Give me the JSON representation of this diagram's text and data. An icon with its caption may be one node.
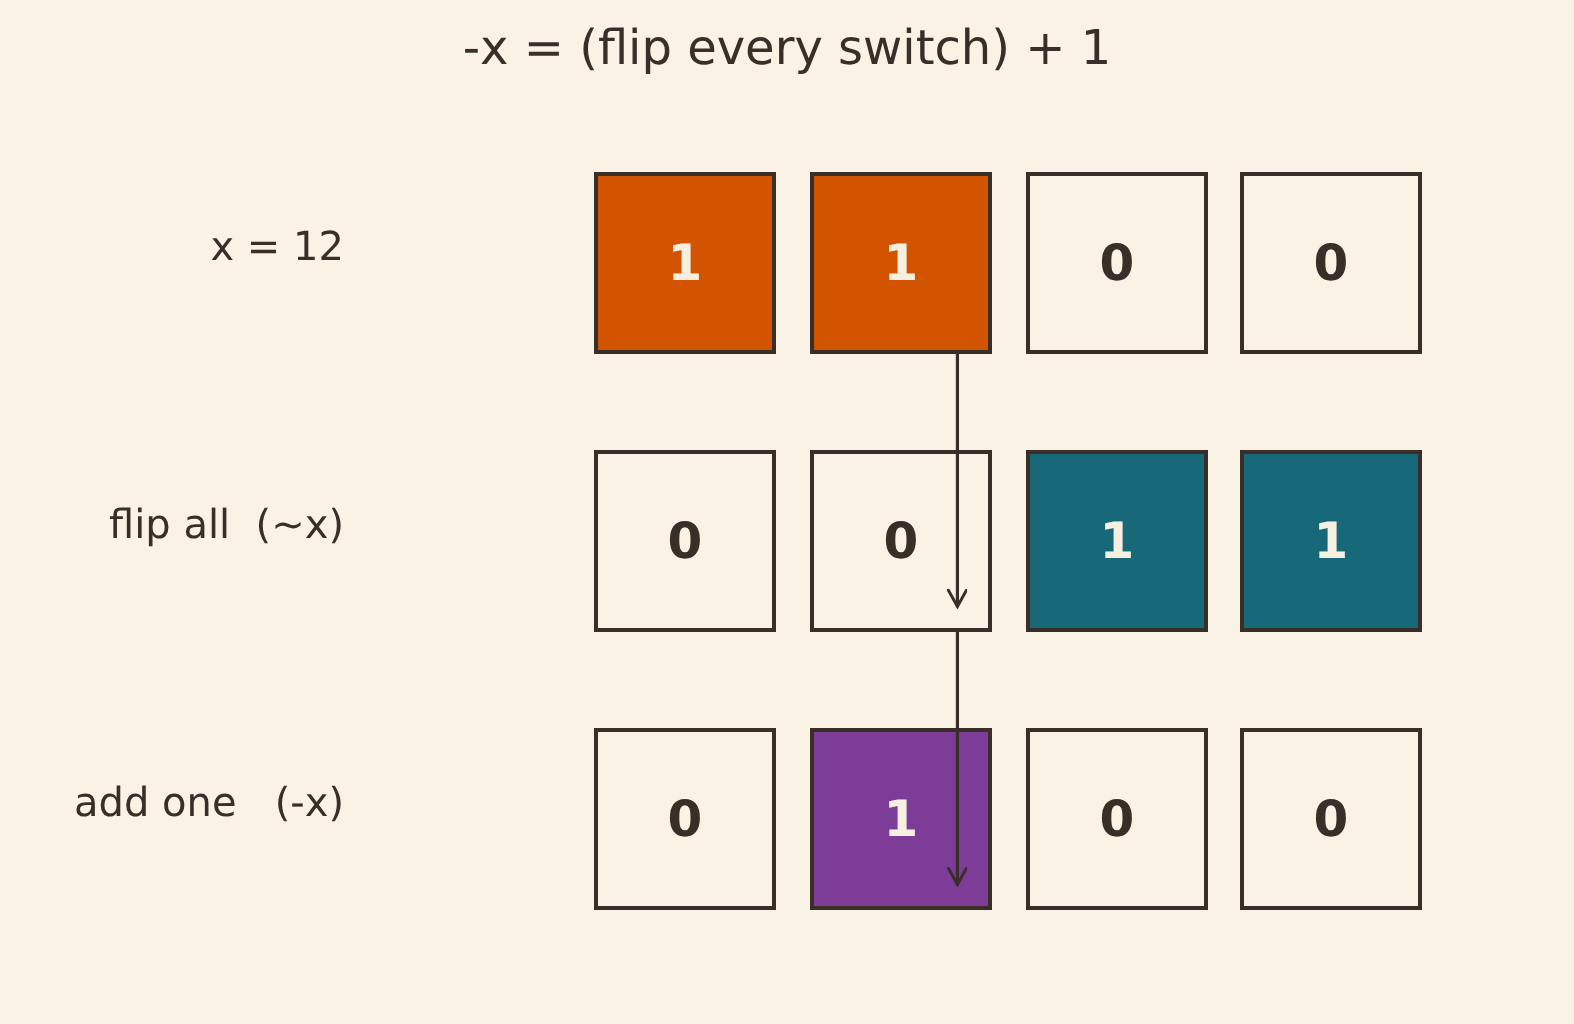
{
  "diagram": {
    "title": "-x = (flip every switch) + 1",
    "nodes": [
      {
        "text": [
          "1"
        ]
      },
      {
        "text": [
          "1"
        ]
      },
      {
        "text": [
          "0"
        ]
      },
      {
        "text": [
          "0"
        ]
      },
      {
        "text": [
          "0"
        ]
      },
      {
        "text": [
          "0"
        ]
      },
      {
        "text": [
          "1"
        ]
      },
      {
        "text": [
          "1"
        ]
      },
      {
        "text": [
          "0"
        ]
      },
      {
        "text": [
          "1"
        ]
      },
      {
        "text": [
          "0"
        ]
      },
      {
        "text": [
          "0"
        ]
      }
    ],
    "edges": [
      {
        "from": 1,
        "to": 5,
        "arrow": "to"
      },
      {
        "from": 5,
        "to": 9,
        "arrow": "to"
      }
    ],
    "labels": [
      "x = 12",
      "flip all  (~x)",
      "add one   (-x)"
    ]
  }
}
